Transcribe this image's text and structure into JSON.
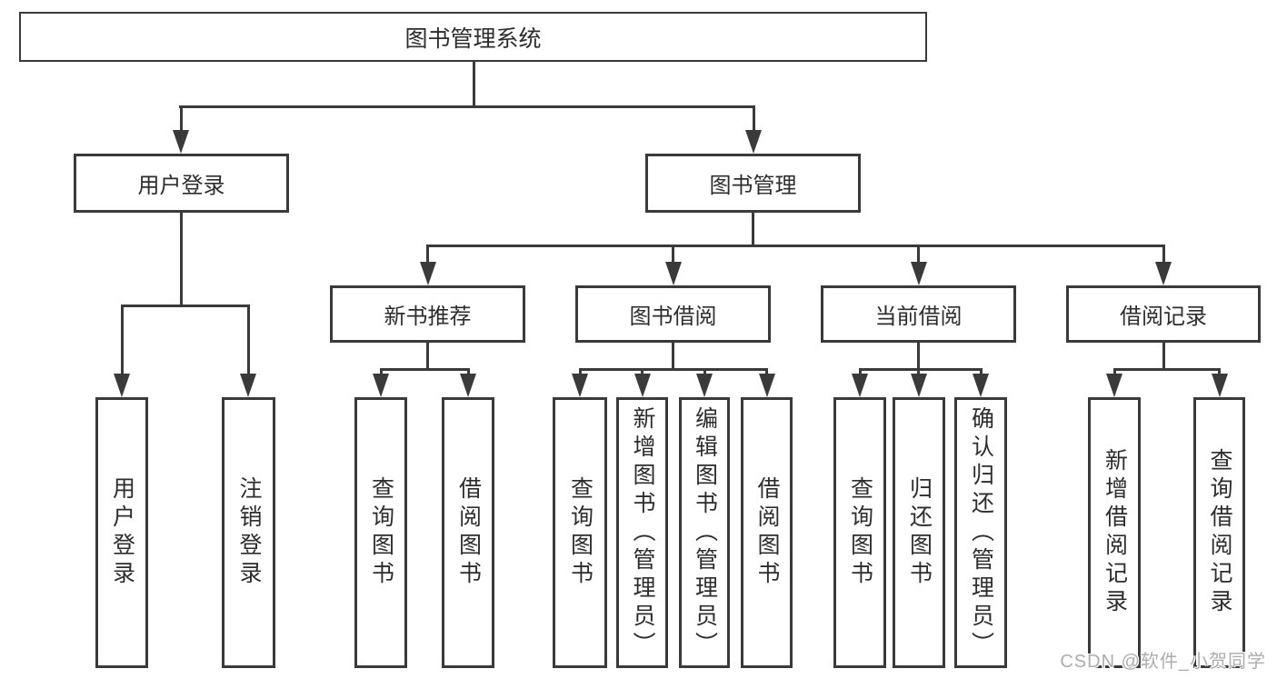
{
  "tree": {
    "root": {
      "label": "图书管理系统",
      "children": [
        {
          "label": "用户登录",
          "children": [
            {
              "label": "用户登录"
            },
            {
              "label": "注销登录"
            }
          ]
        },
        {
          "label": "图书管理",
          "children": [
            {
              "label": "新书推荐",
              "children": [
                {
                  "label": "查询图书"
                },
                {
                  "label": "借阅图书"
                }
              ]
            },
            {
              "label": "图书借阅",
              "children": [
                {
                  "label": "查询图书"
                },
                {
                  "label": "新增图书（管理员）"
                },
                {
                  "label": "编辑图书（管理员）"
                },
                {
                  "label": "借阅图书"
                }
              ]
            },
            {
              "label": "当前借阅",
              "children": [
                {
                  "label": "查询图书"
                },
                {
                  "label": "归还图书"
                },
                {
                  "label": "确认归还（管理员）"
                }
              ]
            },
            {
              "label": "借阅记录",
              "children": [
                {
                  "label": "新增借阅记录"
                },
                {
                  "label": "查询借阅记录"
                }
              ]
            }
          ]
        }
      ]
    }
  },
  "watermark": {
    "text": "CSDN @软件_小贺同学"
  },
  "colors": {
    "line": "#3a3a3a",
    "box_border": "#3a3a3a",
    "text": "#2d2d2d",
    "watermark": "#adadad",
    "background": "#ffffff"
  }
}
